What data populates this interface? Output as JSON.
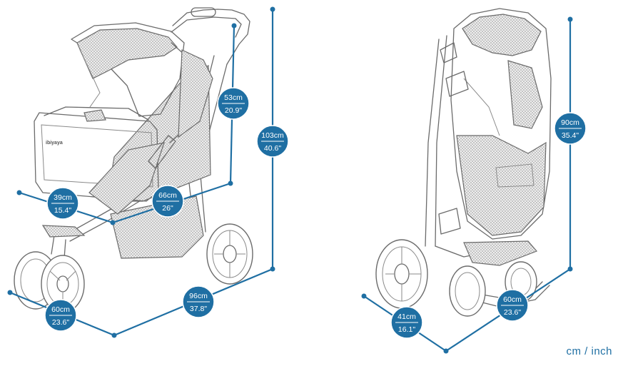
{
  "brand_label": "ibiyaya",
  "unit_label": "cm / inch",
  "accent_color": "#1f6fa3",
  "dimensions": {
    "handle_depth": {
      "cm": "53cm",
      "inch": "20.9\""
    },
    "height": {
      "cm": "103cm",
      "inch": "40.6\""
    },
    "seat_width": {
      "cm": "39cm",
      "inch": "15.4\""
    },
    "base_length": {
      "cm": "66cm",
      "inch": "26\""
    },
    "length": {
      "cm": "96cm",
      "inch": "37.8\""
    },
    "width": {
      "cm": "60cm",
      "inch": "23.6\""
    },
    "folded_height": {
      "cm": "90cm",
      "inch": "35.4\""
    },
    "folded_depth": {
      "cm": "41cm",
      "inch": "16.1\""
    },
    "folded_width": {
      "cm": "60cm",
      "inch": "23.6\""
    }
  }
}
